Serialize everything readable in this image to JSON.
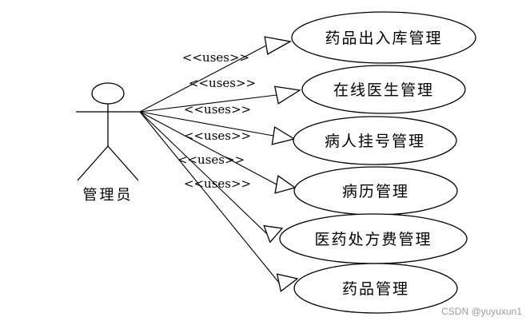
{
  "actor": {
    "name": "管理员"
  },
  "relation_label": "<<uses>>",
  "use_cases": [
    {
      "label": "药品出入库管理"
    },
    {
      "label": "在线医生管理"
    },
    {
      "label": "病人挂号管理"
    },
    {
      "label": "病历管理"
    },
    {
      "label": "医药处方费管理"
    },
    {
      "label": "药品管理"
    }
  ],
  "watermark": "CSDN @yuyuxun1"
}
